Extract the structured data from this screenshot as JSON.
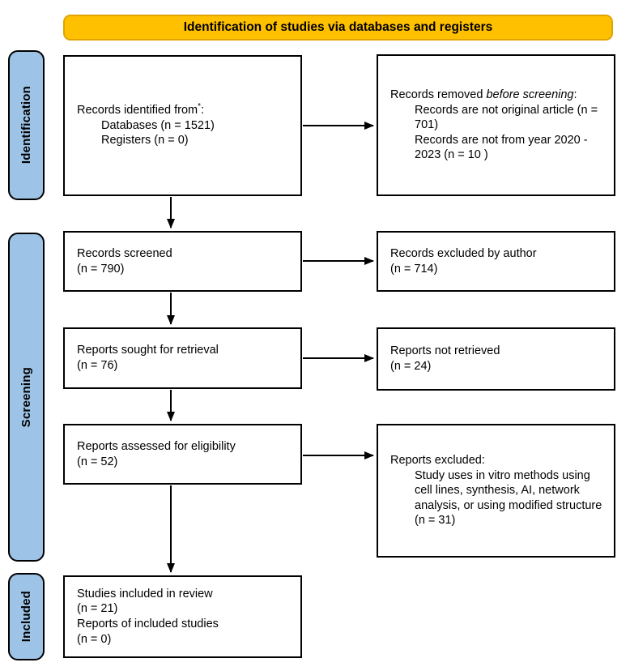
{
  "colors": {
    "header_fill": "#FFC000",
    "header_border": "#E0A400",
    "stage_fill": "#9DC3E6",
    "box_border": "#000000",
    "arrow": "#000000"
  },
  "header": {
    "title": "Identification of studies via databases and registers"
  },
  "stages": [
    {
      "label": "Identification"
    },
    {
      "label": "Screening"
    },
    {
      "label": "Included"
    }
  ],
  "boxes": {
    "records_identified": {
      "intro": "Records identified from",
      "sup": "*",
      "colon": ":",
      "items": [
        "Databases (n = 1521)",
        "Registers (n = 0)"
      ]
    },
    "records_removed": {
      "intro": "Records removed ",
      "italic": "before screening",
      "colon": ":",
      "items": [
        "Records are not original article (n = 701)",
        "Records are not from year 2020 - 2023 (n = 10 )"
      ]
    },
    "records_screened": {
      "lines": [
        "Records screened",
        "(n = 790)"
      ]
    },
    "records_excluded": {
      "lines": [
        "Records excluded by author",
        "(n = 714)"
      ]
    },
    "reports_sought": {
      "lines": [
        "Reports sought for retrieval",
        "(n = 76)"
      ]
    },
    "reports_not_retrieved": {
      "lines": [
        "Reports not retrieved",
        "(n = 24)"
      ]
    },
    "reports_assessed": {
      "lines": [
        "Reports assessed for eligibility",
        "(n = 52)"
      ]
    },
    "reports_excluded": {
      "intro": "Reports excluded",
      "colon": ":",
      "items": [
        "Study uses in vitro methods using cell lines, synthesis, AI, network analysis, or using modified structure (n = 31)"
      ]
    },
    "studies_included": {
      "lines": [
        "Studies included in review",
        "(n = 21)",
        "Reports of included studies",
        "(n = 0)"
      ]
    }
  }
}
